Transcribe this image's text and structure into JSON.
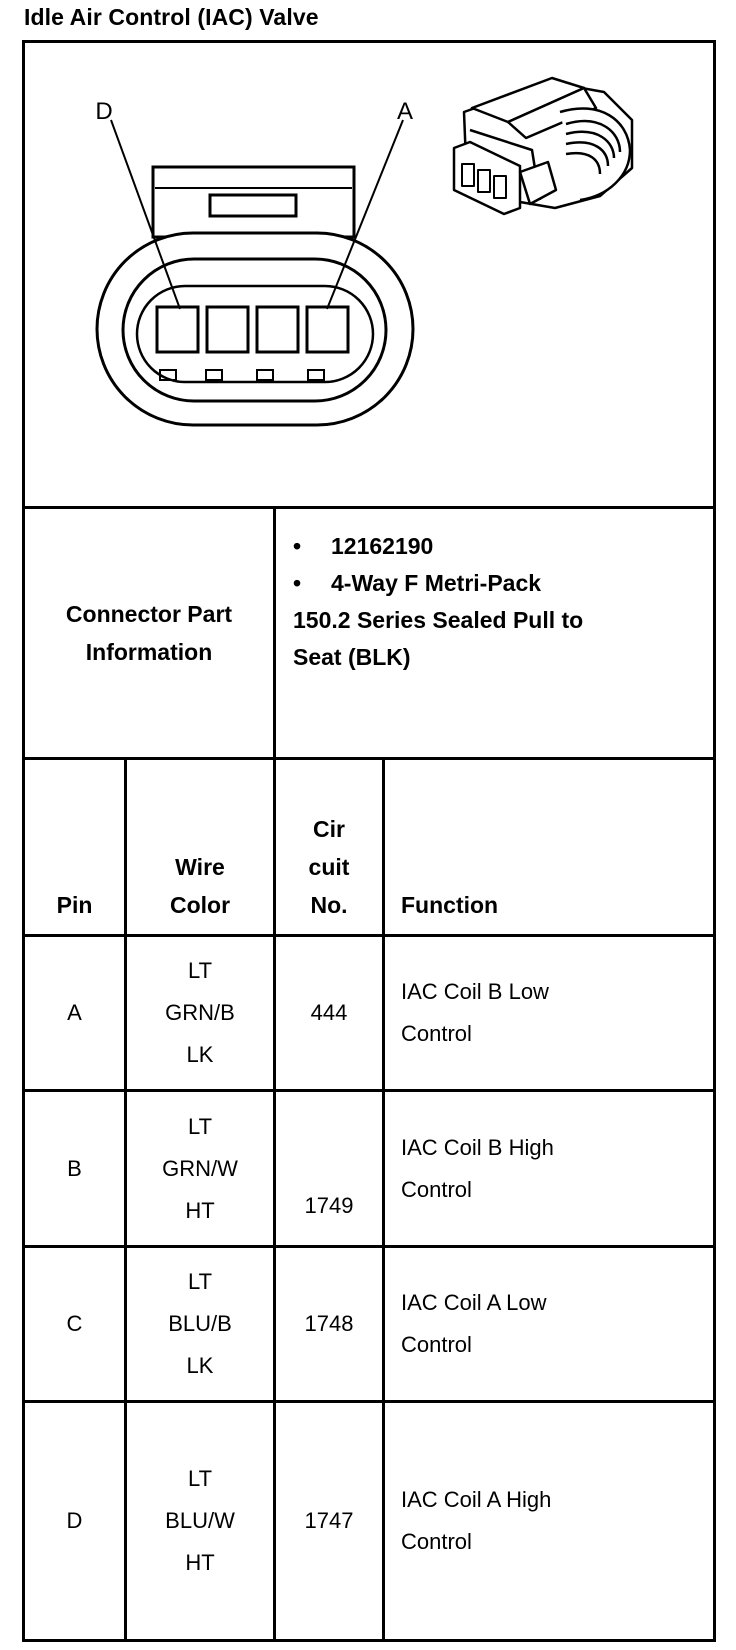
{
  "title": "Idle Air Control (IAC) Valve",
  "diagram": {
    "pin_label_left": "D",
    "pin_label_right": "A"
  },
  "connector_info": {
    "label_line1": "Connector Part",
    "label_line2": "Information",
    "part_number": "12162190",
    "description_line1": "4-Way F Metri-Pack",
    "description_line2": "150.2 Series Sealed Pull to",
    "description_line3": "Seat (BLK)"
  },
  "table": {
    "headers": {
      "pin": "Pin",
      "wire_color": [
        "Wire",
        "Color"
      ],
      "circuit": [
        "Cir",
        "cuit",
        "No."
      ],
      "function": "Function"
    },
    "rows": [
      {
        "pin": "A",
        "wire": [
          "LT",
          "GRN/B",
          "LK"
        ],
        "circuit": "444",
        "function": [
          "IAC Coil B Low",
          "Control"
        ]
      },
      {
        "pin": "B",
        "wire": [
          "LT",
          "GRN/W",
          "HT"
        ],
        "circuit": "1749",
        "function": [
          "IAC Coil B High",
          "Control"
        ]
      },
      {
        "pin": "C",
        "wire": [
          "LT",
          "BLU/B",
          "LK"
        ],
        "circuit": "1748",
        "function": [
          "IAC Coil A Low",
          "Control"
        ]
      },
      {
        "pin": "D",
        "wire": [
          "LT",
          "BLU/W",
          "HT"
        ],
        "circuit": "1747",
        "function": [
          "IAC Coil A High",
          "Control"
        ]
      }
    ]
  }
}
